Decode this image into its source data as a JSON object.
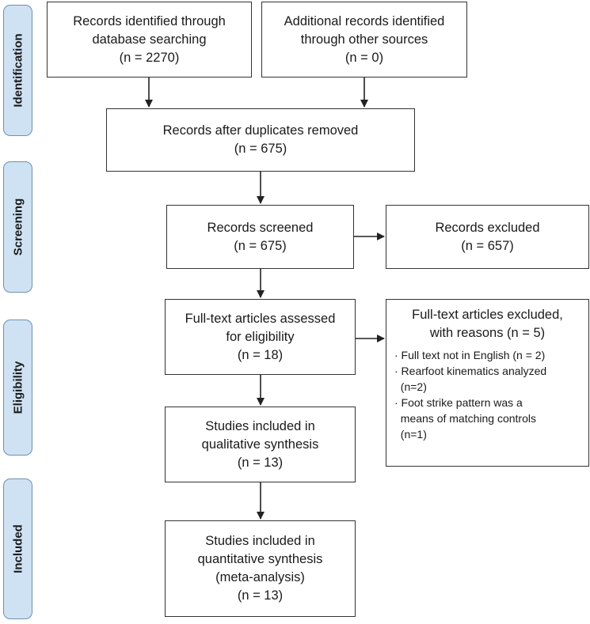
{
  "phases": {
    "identification": "Identification",
    "screening": "Screening",
    "eligibility": "Eligibility",
    "included": "Included"
  },
  "boxes": {
    "database_records": [
      "Records identified through",
      "database searching",
      "(n = 2270)"
    ],
    "other_sources": [
      "Additional records identified",
      "through other sources",
      "(n = 0)"
    ],
    "after_duplicates": [
      "Records after duplicates removed",
      "(n = 675)"
    ],
    "screened": [
      "Records screened",
      "(n = 675)"
    ],
    "excluded": [
      "Records excluded",
      "(n = 657)"
    ],
    "fulltext_assessed": [
      "Full-text articles assessed",
      "for eligibility",
      "(n = 18)"
    ],
    "fulltext_excluded": {
      "title": [
        "Full-text articles excluded,",
        "with reasons (n = 5)"
      ],
      "reasons": [
        "· Full text not in English (n = 2)",
        "· Rearfoot kinematics analyzed",
        "  (n=2)",
        "· Foot strike pattern was a",
        "  means of matching controls",
        "  (n=1)"
      ]
    },
    "qualitative": [
      "Studies included in",
      "qualitative synthesis",
      "(n = 13)"
    ],
    "quantitative": [
      "Studies included in",
      "quantitative synthesis",
      "(meta-analysis)",
      "(n = 13)"
    ]
  }
}
